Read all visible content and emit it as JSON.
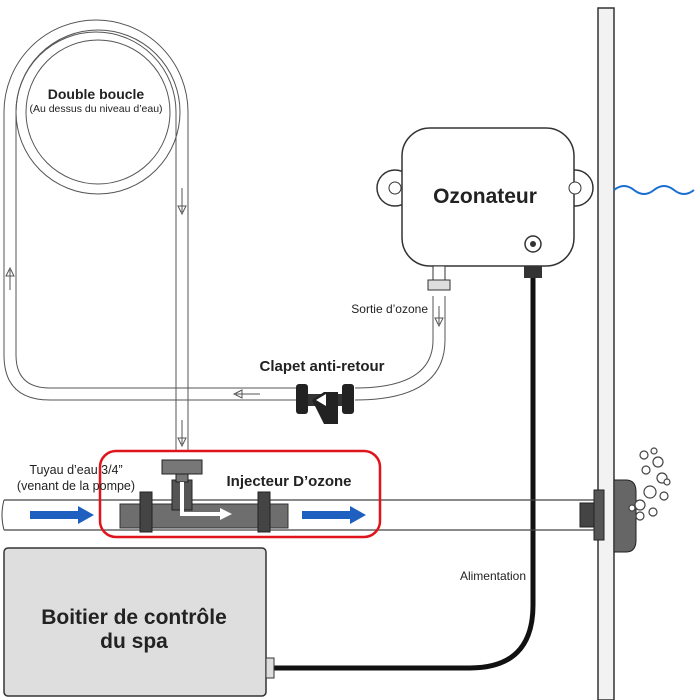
{
  "labels": {
    "double_loop_title": "Double boucle",
    "double_loop_sub": "(Au dessus du niveau d’eau)",
    "ozonator": "Ozonateur",
    "ozone_out": "Sortie d’ozone",
    "check_valve": "Clapet anti-retour",
    "water_pipe_line1": "Tuyau d’eau 3/4”",
    "water_pipe_line2": "(venant de la pompe)",
    "injector": "Injecteur D’ozone",
    "power": "Alimentation",
    "control_box_line1": "Boitier de contrôle",
    "control_box_line2": "du spa"
  },
  "colors": {
    "highlight": "#e0151b",
    "flow_arrow": "#1f5fbf",
    "water_wave": "#1a6fd0",
    "box_fill": "#dedede",
    "injector_fill": "#6e6e6e"
  },
  "icons": {
    "flow": "flow-arrow-icon",
    "waves": "water-wave-icon",
    "bubbles": "bubbles-icon"
  }
}
